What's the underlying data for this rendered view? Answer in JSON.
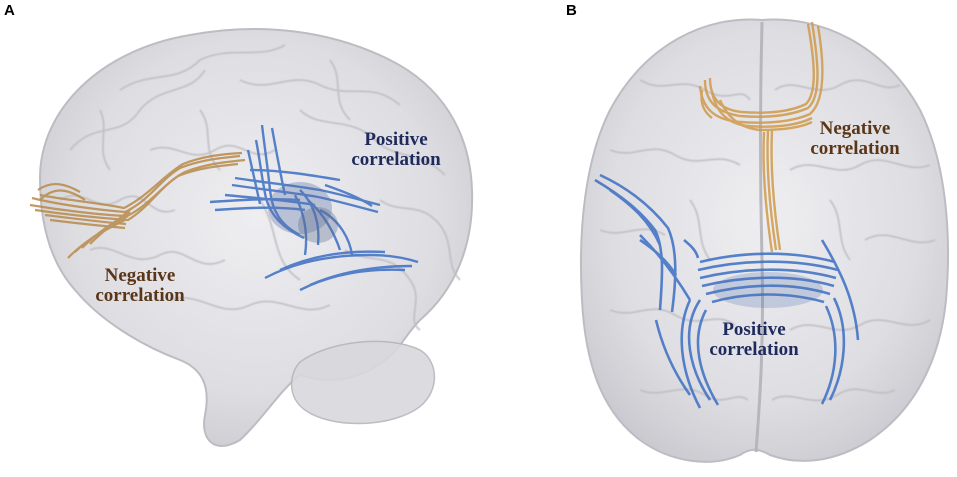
{
  "panels": {
    "a": {
      "letter": "A",
      "positive_label": [
        "Positive",
        "correlation"
      ],
      "negative_label": [
        "Negative",
        "correlation"
      ]
    },
    "b": {
      "letter": "B",
      "positive_label": [
        "Positive",
        "correlation"
      ],
      "negative_label": [
        "Negative",
        "correlation"
      ]
    }
  },
  "colors": {
    "positive": "#1f2a5c",
    "negative": "#5a3618",
    "positive_tract": "#3c6fc4",
    "negative_tract": "#b88a4a",
    "brain": "#d4d4d8"
  }
}
